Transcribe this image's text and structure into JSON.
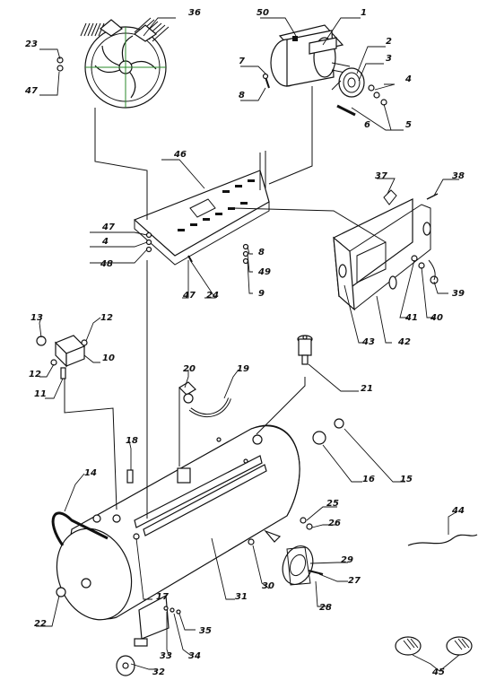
{
  "callouts": [
    {
      "id": "1",
      "label": "1"
    },
    {
      "id": "2",
      "label": "2"
    },
    {
      "id": "3",
      "label": "3"
    },
    {
      "id": "4a",
      "label": "4"
    },
    {
      "id": "4b",
      "label": "4"
    },
    {
      "id": "5",
      "label": "5"
    },
    {
      "id": "6",
      "label": "6"
    },
    {
      "id": "7",
      "label": "7"
    },
    {
      "id": "8a",
      "label": "8"
    },
    {
      "id": "8b",
      "label": "8"
    },
    {
      "id": "9",
      "label": "9"
    },
    {
      "id": "10",
      "label": "10"
    },
    {
      "id": "11",
      "label": "11"
    },
    {
      "id": "12a",
      "label": "12"
    },
    {
      "id": "12b",
      "label": "12"
    },
    {
      "id": "13",
      "label": "13"
    },
    {
      "id": "14",
      "label": "14"
    },
    {
      "id": "15",
      "label": "15"
    },
    {
      "id": "16",
      "label": "16"
    },
    {
      "id": "17",
      "label": "17"
    },
    {
      "id": "18",
      "label": "18"
    },
    {
      "id": "19",
      "label": "19"
    },
    {
      "id": "20",
      "label": "20"
    },
    {
      "id": "21",
      "label": "21"
    },
    {
      "id": "22",
      "label": "22"
    },
    {
      "id": "23",
      "label": "23"
    },
    {
      "id": "24",
      "label": "24"
    },
    {
      "id": "25",
      "label": "25"
    },
    {
      "id": "26",
      "label": "26"
    },
    {
      "id": "27",
      "label": "27"
    },
    {
      "id": "28",
      "label": "28"
    },
    {
      "id": "29",
      "label": "29"
    },
    {
      "id": "30",
      "label": "30"
    },
    {
      "id": "31",
      "label": "31"
    },
    {
      "id": "32",
      "label": "32"
    },
    {
      "id": "33",
      "label": "33"
    },
    {
      "id": "34",
      "label": "34"
    },
    {
      "id": "35",
      "label": "35"
    },
    {
      "id": "36",
      "label": "36"
    },
    {
      "id": "37",
      "label": "37"
    },
    {
      "id": "38",
      "label": "38"
    },
    {
      "id": "39",
      "label": "39"
    },
    {
      "id": "40",
      "label": "40"
    },
    {
      "id": "41",
      "label": "41"
    },
    {
      "id": "42",
      "label": "42"
    },
    {
      "id": "43",
      "label": "43"
    },
    {
      "id": "44",
      "label": "44"
    },
    {
      "id": "45",
      "label": "45"
    },
    {
      "id": "46",
      "label": "46"
    },
    {
      "id": "47a",
      "label": "47"
    },
    {
      "id": "47b",
      "label": "47"
    },
    {
      "id": "47c",
      "label": "47"
    },
    {
      "id": "48",
      "label": "48"
    },
    {
      "id": "49",
      "label": "49"
    },
    {
      "id": "50",
      "label": "50"
    }
  ]
}
